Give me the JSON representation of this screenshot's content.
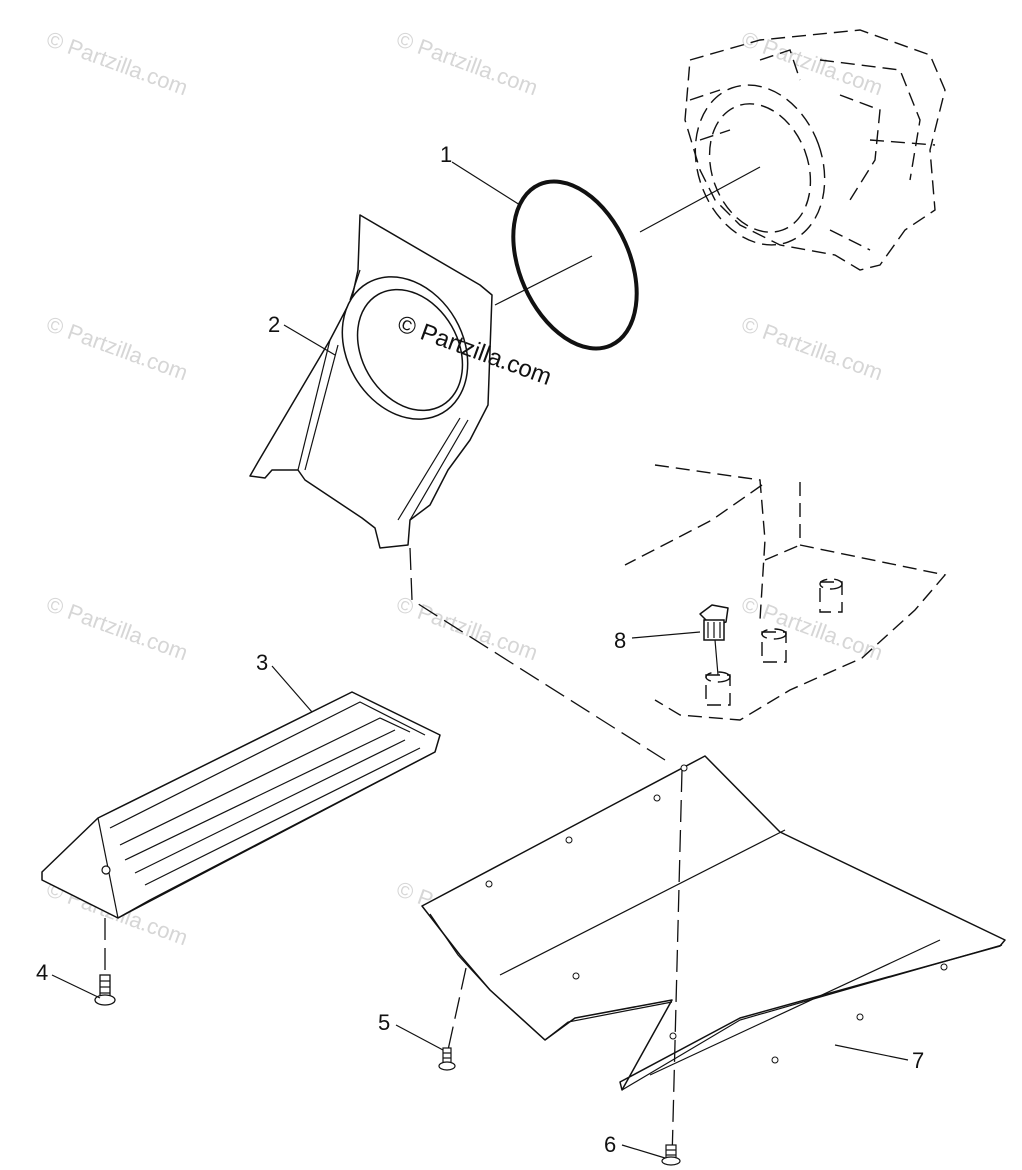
{
  "diagram": {
    "watermark": "© Partzilla.com",
    "callouts": [
      {
        "number": "1",
        "part": "o-ring"
      },
      {
        "number": "2",
        "part": "intake-grate-adapter"
      },
      {
        "number": "3",
        "part": "ride-plate-grate"
      },
      {
        "number": "4",
        "part": "screw"
      },
      {
        "number": "5",
        "part": "screw"
      },
      {
        "number": "6",
        "part": "screw"
      },
      {
        "number": "7",
        "part": "ride-plate"
      },
      {
        "number": "8",
        "part": "plug"
      }
    ],
    "colors": {
      "ink": "#111111",
      "watermark": "#d6d6d6",
      "background": "#ffffff"
    }
  }
}
